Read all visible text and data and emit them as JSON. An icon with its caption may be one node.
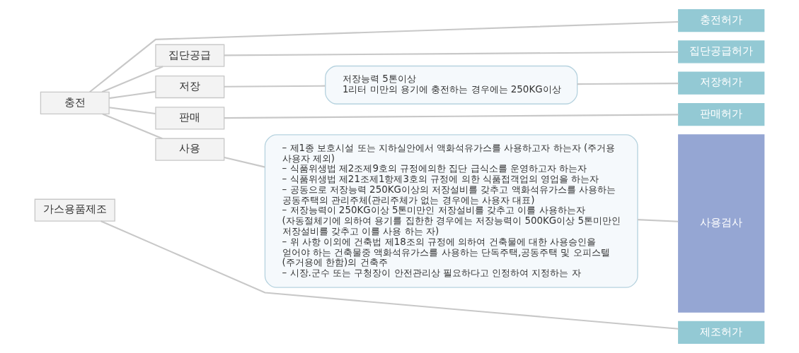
{
  "diagram": {
    "nodes": [
      {
        "text": [
          "충전"
        ]
      },
      {
        "text": [
          "충전허가"
        ]
      },
      {
        "text": [
          "집단공급"
        ]
      },
      {
        "text": [
          "집단공급허가"
        ]
      },
      {
        "text": [
          "저장"
        ]
      },
      {
        "text": [
          "저장능력 5톤이상",
          "1리터 미만의 용기에 충전하는 경우에는 250KG이상"
        ]
      },
      {
        "text": [
          "저장허가"
        ]
      },
      {
        "text": [
          "판매"
        ]
      },
      {
        "text": [
          "판매허가"
        ]
      },
      {
        "text": [
          "사용"
        ]
      },
      {
        "text": [
          "– 제1종 보호시설 또는 지하실안에서 액화석유가스를 사용하고자 하는자 (주거용 사용자 제외)",
          "– 식품위생법 제2조제9호의 규정에의한 집단 급식소를 운영하고자 하는자",
          "– 식품위생법 제21조제1항제3호의 규정에 의한 식품접객업의 영업을 하는자",
          "– 공동으로 저장능력 250KG이상의 저장설비를 갖추고 액화석유가스를 사용하는 공동주택의 관리주체(관리주체가 없는 경우에는 사용자 대표)",
          "– 저장능력이 250KG이상 5톤미만인 저장설비를 갖추고 이를 사용하는자 (자동절체기에 의하여 용기를 집한한 경우에는 저장능력이 500KG이상 5톤미만인 저장설비를 갖추고 이를 사용 하는 자)",
          "– 위 사항 이외에 건축법 제18조의 규정에 의하여 건축물에 대한 사용승인을 얻어야 하는 건축물중 액화석유가스를 사용하는 단독주택,공동주택 및 오피스텔 (주거용에 한함)의 건축주",
          "– 시장.군수 또는 구청장이 안전관리상 필요하다고 인정하여 지정하는 자"
        ]
      },
      {
        "text": [
          "사용검사"
        ]
      },
      {
        "text": [
          "가스용품제조"
        ]
      },
      {
        "text": [
          "제조허가"
        ]
      }
    ],
    "edges": [
      {
        "from": 0,
        "to": 1,
        "arrow": "none"
      },
      {
        "from": 0,
        "to": 2,
        "arrow": "none"
      },
      {
        "from": 0,
        "to": 4,
        "arrow": "none"
      },
      {
        "from": 0,
        "to": 7,
        "arrow": "none"
      },
      {
        "from": 0,
        "to": 9,
        "arrow": "none"
      },
      {
        "from": 2,
        "to": 3,
        "arrow": "none"
      },
      {
        "from": 4,
        "to": 5,
        "arrow": "none"
      },
      {
        "from": 5,
        "to": 6,
        "arrow": "none"
      },
      {
        "from": 7,
        "to": 8,
        "arrow": "none"
      },
      {
        "from": 9,
        "to": 10,
        "arrow": "none"
      },
      {
        "from": 10,
        "to": 11,
        "arrow": "none"
      },
      {
        "from": 12,
        "to": 13,
        "arrow": "none"
      }
    ]
  }
}
